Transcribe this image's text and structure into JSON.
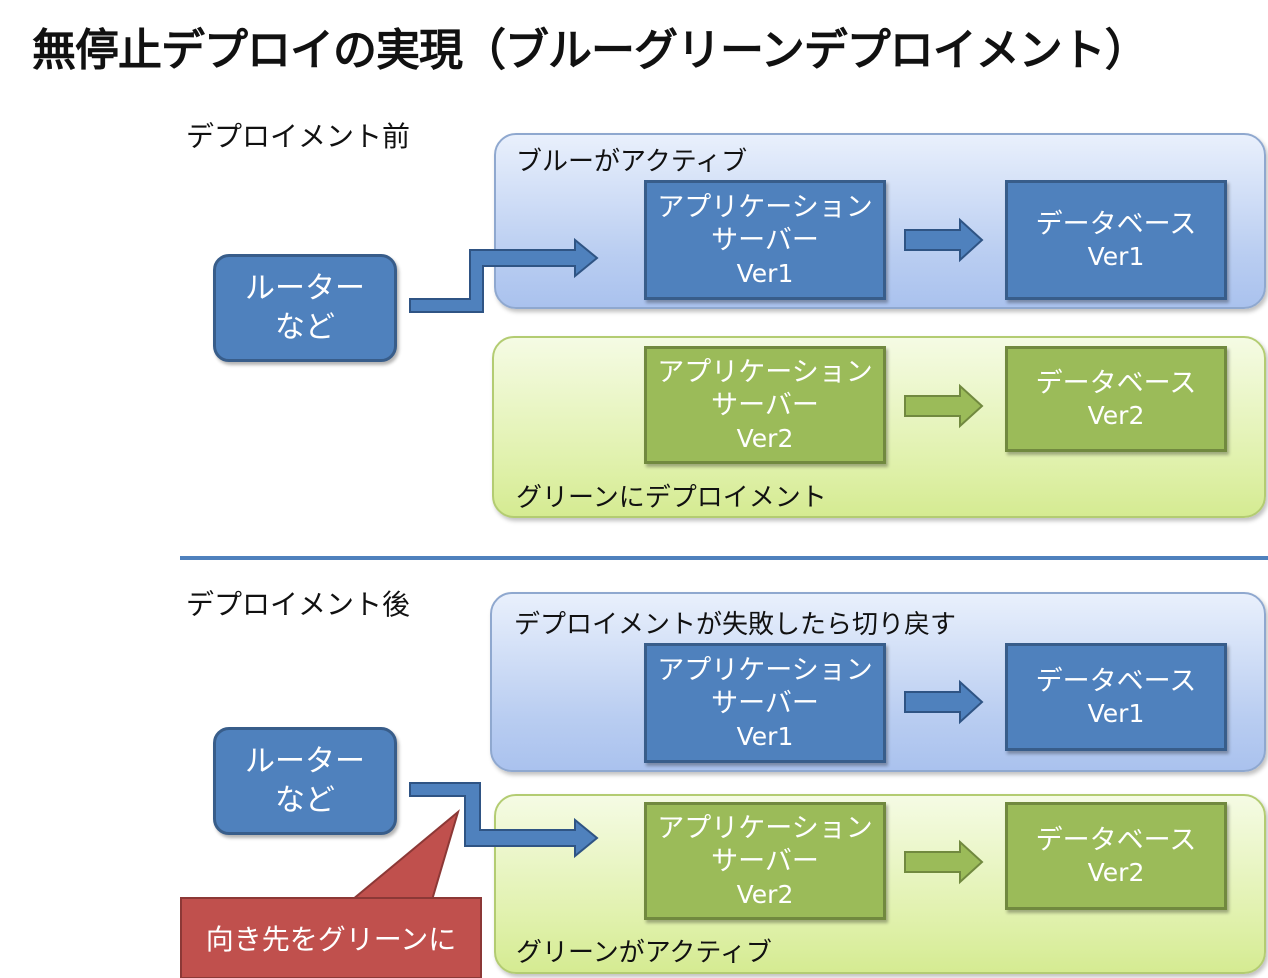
{
  "title": "無停止デプロイの実現（ブルーグリーンデプロイメント）",
  "before": {
    "label": "デプロイメント前",
    "router": {
      "line1": "ルーター",
      "line2": "など"
    },
    "blue_env": {
      "label": "ブルーがアクティブ",
      "app": {
        "line1": "アプリケーション",
        "line2": "サーバー",
        "version": "Ver1"
      },
      "db": {
        "line1": "データベース",
        "version": "Ver1"
      }
    },
    "green_env": {
      "label": "グリーンにデプロイメント",
      "app": {
        "line1": "アプリケーション",
        "line2": "サーバー",
        "version": "Ver2"
      },
      "db": {
        "line1": "データベース",
        "version": "Ver2"
      }
    }
  },
  "after": {
    "label": "デプロイメント後",
    "router": {
      "line1": "ルーター",
      "line2": "など"
    },
    "blue_env": {
      "label": "デプロイメントが失敗したら切り戻す",
      "app": {
        "line1": "アプリケーション",
        "line2": "サーバー",
        "version": "Ver1"
      },
      "db": {
        "line1": "データベース",
        "version": "Ver1"
      }
    },
    "green_env": {
      "label": "グリーンがアクティブ",
      "app": {
        "line1": "アプリケーション",
        "line2": "サーバー",
        "version": "Ver2"
      },
      "db": {
        "line1": "データベース",
        "version": "Ver2"
      }
    },
    "callout": "向き先をグリーンに"
  },
  "colors": {
    "blue_box": "#4f81bd",
    "green_box": "#9bbb59",
    "callout": "#c0504d"
  }
}
